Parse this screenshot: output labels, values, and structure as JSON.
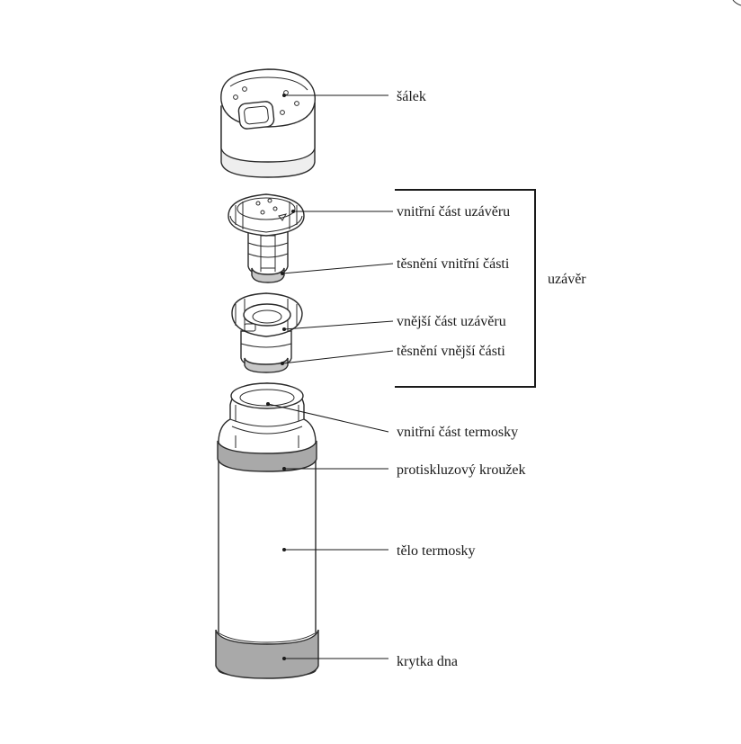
{
  "labels": {
    "cup": "šálek",
    "inner_stopper": "vnitřní část uzávěru",
    "inner_seal": "těsnění vnitřní části",
    "outer_stopper": "vnější část uzávěru",
    "outer_seal": "těsnění vnější části",
    "closure_group": "uzávěr",
    "inner_flask": "vnitřní část termosky",
    "anti_slip_ring": "protiskluzový kroužek",
    "flask_body": "tělo termosky",
    "bottom_cover": "krytka dna"
  },
  "colors": {
    "light_gray": "#eeeeee",
    "mid_gray": "#c8c8c8",
    "dark_gray": "#a9a9a9",
    "line": "#2a2a2a"
  }
}
